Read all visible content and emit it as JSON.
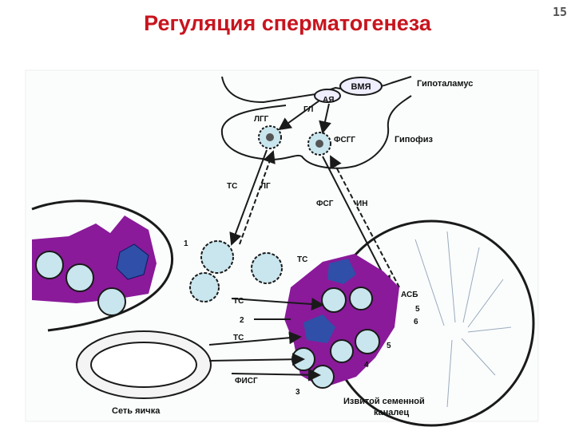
{
  "slide": {
    "title": "Регуляция сперматогенеза",
    "page_number": "15"
  },
  "labels": {
    "hypothalamus": "Гипоталамус",
    "vmya": "ВМЯ",
    "aya": "АЯ",
    "gl": "ГЛ",
    "lgg": "ЛГГ",
    "fsgg": "ФСГГ",
    "pituitary": "Гипофиз",
    "ts_top": "ТС",
    "lg": "ЛГ",
    "fsg": "ФСГ",
    "in": "ИН",
    "n1": "1",
    "ts_cells": "ТС",
    "ts_left": "ТС",
    "n2": "2",
    "ts_lower": "ТС",
    "asb": "АСБ",
    "n5a": "5",
    "n6": "6",
    "n5b": "5",
    "n4": "4",
    "fisg": "ФИСГ",
    "n3": "3",
    "rete_testis": "Сеть яичка",
    "tubule_line1": "Извитой семенной",
    "tubule_line2": "каналец"
  },
  "colors": {
    "title": "#c8141e",
    "cytoplasm": "#8a1a9a",
    "nucleus": "#2f4fa8",
    "cell_fill": "#c9e6ee",
    "line": "#1a1a1a"
  }
}
